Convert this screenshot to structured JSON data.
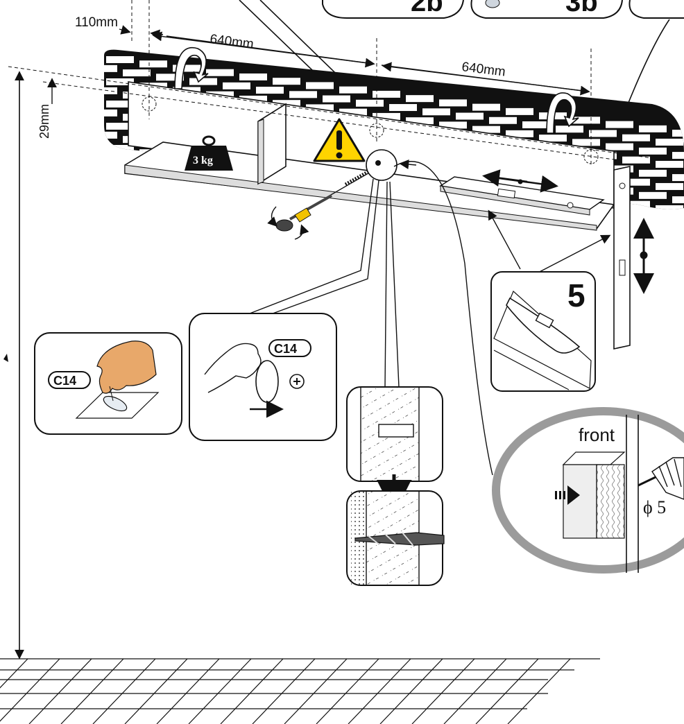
{
  "header": {
    "step_a": "2b",
    "step_b": "3b"
  },
  "dimensions": {
    "left_offset": "110mm",
    "spacing_left": "640mm",
    "spacing_right": "640mm",
    "drop": "29mm"
  },
  "weight": {
    "label": "3 kg"
  },
  "level": {
    "step": "5"
  },
  "cap": {
    "code_left": "C14",
    "code_right": "C14"
  },
  "drill": {
    "front_label": "front",
    "diameter": "ϕ 5"
  },
  "colors": {
    "warning": "#FFD400",
    "ring": "#9b9b9b",
    "ink": "#111111",
    "skin": "#e8a86a",
    "handle": "#f2c200"
  }
}
